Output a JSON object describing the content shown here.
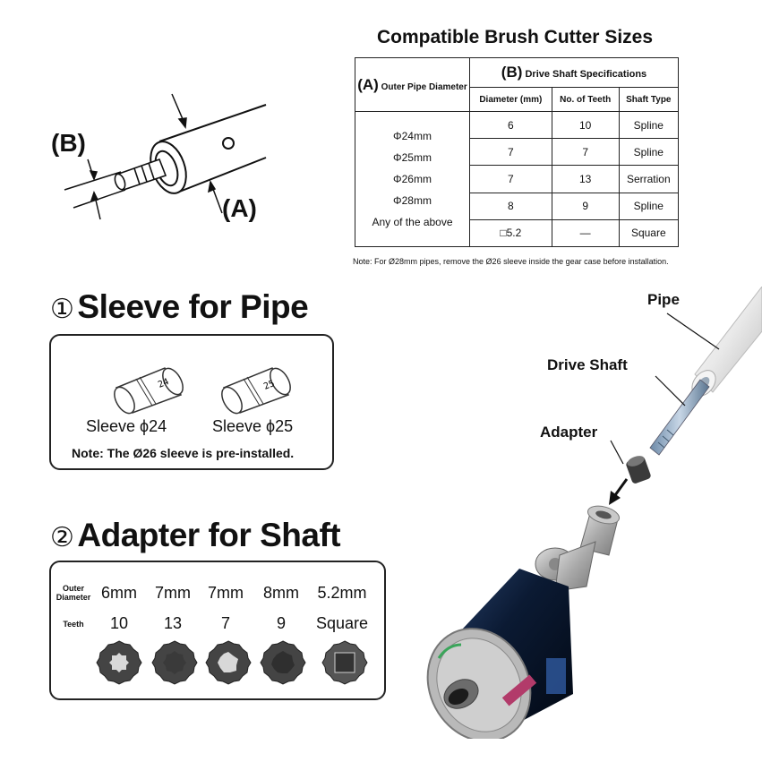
{
  "diagram": {
    "label_b": "(B)",
    "label_a": "(A)"
  },
  "table": {
    "title": "Compatible Brush Cutter Sizes",
    "col_a_letter": "(A)",
    "col_a_label": "Outer Pipe Diameter",
    "col_b_letter": "(B)",
    "col_b_label": "Drive Shaft Specifications",
    "headers": [
      "Diameter (mm)",
      "No. of Teeth",
      "Shaft Type"
    ],
    "pipe_sizes": [
      "Φ24mm",
      "Φ25mm",
      "Φ26mm",
      "Φ28mm",
      "Any of the above"
    ],
    "rows": [
      [
        "6",
        "10",
        "Spline"
      ],
      [
        "7",
        "7",
        "Spline"
      ],
      [
        "7",
        "13",
        "Serration"
      ],
      [
        "8",
        "9",
        "Spline"
      ],
      [
        "□5.2",
        "—",
        "Square"
      ]
    ],
    "note": "Note: For Ø28mm pipes, remove the Ø26 sleeve inside the gear case before installation."
  },
  "sleeve": {
    "number": "①",
    "title": "Sleeve for Pipe",
    "items": [
      {
        "label": "Sleeve ϕ24",
        "stamp": "24"
      },
      {
        "label": "Sleeve ϕ25",
        "stamp": "25"
      }
    ],
    "note": "Note: The Ø26 sleeve is pre-installed."
  },
  "adapter": {
    "number": "②",
    "title": "Adapter for Shaft",
    "outer_label_1": "Outer",
    "outer_label_2": "Diameter",
    "teeth_label": "Teeth",
    "diameters": [
      "6mm",
      "7mm",
      "7mm",
      "8mm",
      "5.2mm"
    ],
    "teeth": [
      "10",
      "13",
      "7",
      "9",
      "Square"
    ]
  },
  "callouts": {
    "pipe": "Pipe",
    "drive_shaft": "Drive Shaft",
    "adapter": "Adapter"
  },
  "colors": {
    "text": "#111111",
    "border": "#222222",
    "adapter_fill": "#3a3a3a",
    "motor": "#0b1a33"
  }
}
